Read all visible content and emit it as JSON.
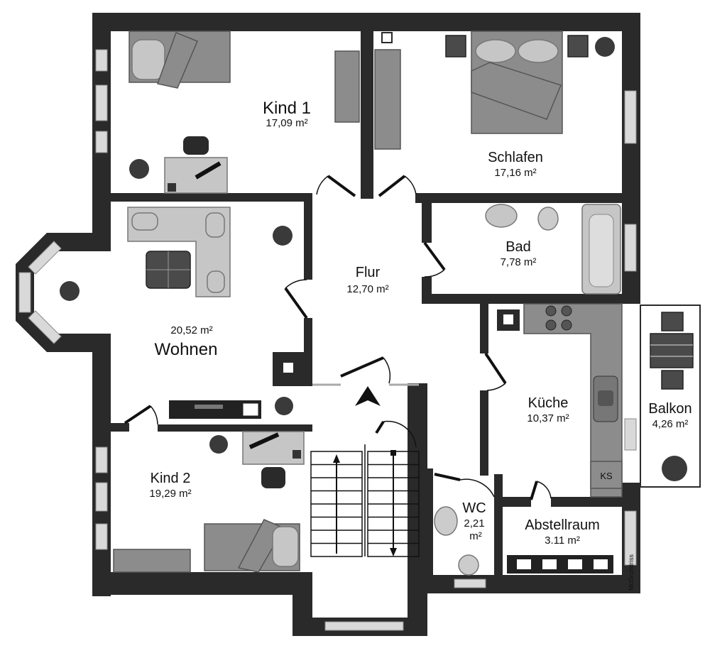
{
  "rooms": {
    "kind1": {
      "name": "Kind 1",
      "area": "17,09 m²"
    },
    "schlafen": {
      "name": "Schlafen",
      "area": "17,16 m²"
    },
    "bad": {
      "name": "Bad",
      "area": "7,78 m²"
    },
    "flur": {
      "name": "Flur",
      "area": "12,70 m²"
    },
    "wohnen": {
      "name": "Wohnen",
      "area": "20,52 m²"
    },
    "kueche": {
      "name": "Küche",
      "area": "10,37 m²"
    },
    "balkon": {
      "name": "Balkon",
      "area": "4,26 m²"
    },
    "kind2": {
      "name": "Kind 2",
      "area": "19,29 m²"
    },
    "wc": {
      "name": "WC",
      "area_line1": "2,21",
      "area_line2": "m²"
    },
    "abstellraum": {
      "name": "Abstellraum",
      "area": "3.11 m²"
    }
  },
  "appliances": {
    "fridge_label": "KS"
  },
  "credit": "McGrundriss",
  "colors": {
    "wall": "#2a2a2a",
    "furniture": "#8c8c8c",
    "window": "#d9d9d9"
  }
}
